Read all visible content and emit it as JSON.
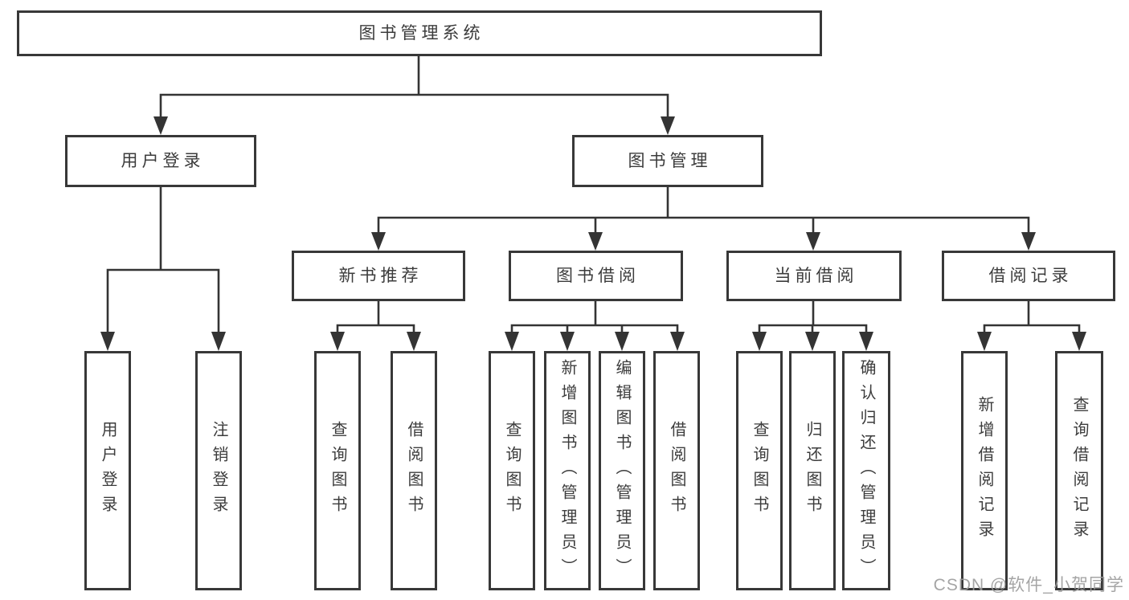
{
  "diagram_title": "图书管理系统",
  "nodes": {
    "root": {
      "label": "图书管理系统"
    },
    "user_login": {
      "label": "用户登录"
    },
    "book_mgmt": {
      "label": "图书管理"
    },
    "new_book_rec": {
      "label": "新书推荐"
    },
    "book_borrow": {
      "label": "图书借阅"
    },
    "current_borrow": {
      "label": "当前借阅"
    },
    "borrow_records": {
      "label": "借阅记录"
    },
    "leaf_user_login": {
      "label": "用户登录"
    },
    "leaf_logout": {
      "label": "注销登录"
    },
    "nb_query_books": {
      "label": "查询图书"
    },
    "nb_borrow_books": {
      "label": "借阅图书"
    },
    "bb_query_books": {
      "label": "查询图书"
    },
    "bb_add_books": {
      "label": "新增图书（管理员）"
    },
    "bb_edit_books": {
      "label": "编辑图书（管理员）"
    },
    "bb_borrow_books": {
      "label": "借阅图书"
    },
    "cb_query_books": {
      "label": "查询图书"
    },
    "cb_return_books": {
      "label": "归还图书"
    },
    "cb_confirm_return": {
      "label": "确认归还（管理员）"
    },
    "br_add_record": {
      "label": "新增借阅记录"
    },
    "br_query_record": {
      "label": "查询借阅记录"
    }
  },
  "hierarchy": {
    "root": "图书管理系统",
    "children": [
      {
        "label": "用户登录",
        "children": [
          "用户登录",
          "注销登录"
        ]
      },
      {
        "label": "图书管理",
        "children": [
          {
            "label": "新书推荐",
            "children": [
              "查询图书",
              "借阅图书"
            ]
          },
          {
            "label": "图书借阅",
            "children": [
              "查询图书",
              "新增图书（管理员）",
              "编辑图书（管理员）",
              "借阅图书"
            ]
          },
          {
            "label": "当前借阅",
            "children": [
              "查询图书",
              "归还图书",
              "确认归还（管理员）"
            ]
          },
          {
            "label": "借阅记录",
            "children": [
              "新增借阅记录",
              "查询借阅记录"
            ]
          }
        ]
      }
    ]
  },
  "watermark": "CSDN @软件_小贺同学",
  "colors": {
    "line": "#343434",
    "border": "#383838",
    "text": "#3c3c3c",
    "watermark": "#9b9b9b",
    "background": "#ffffff"
  }
}
